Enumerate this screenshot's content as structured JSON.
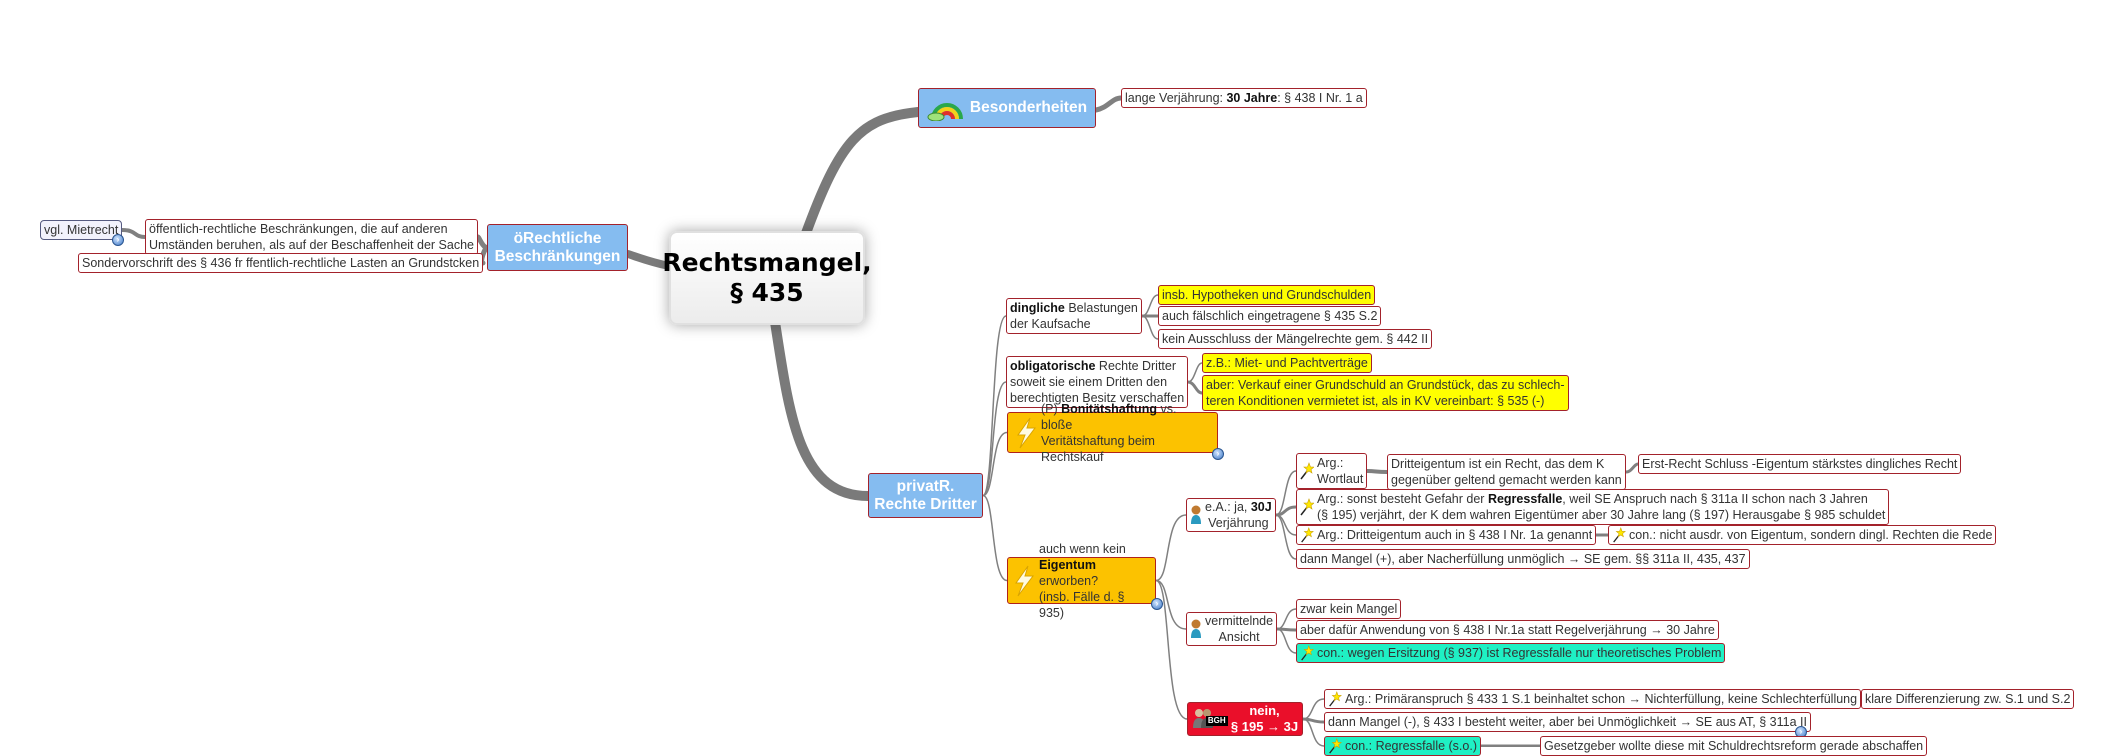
{
  "central": {
    "title": "Rechtsmangel,\n§ 435"
  },
  "besonderheiten": {
    "label": "Besonderheiten",
    "icon": "rainbow-icon",
    "children": [
      {
        "a": "lange Verjährung: ",
        "b": "30 Jahre",
        "c": ": § 438 I Nr. 1 a"
      }
    ]
  },
  "oerechtliche": {
    "label": "öRechtliche\nBeschränkungen",
    "children": [
      {
        "text": "öffentlich-rechtliche Beschränkungen, die auf anderen\nUmständen beruhen, als auf der Beschaffenheit der Sache",
        "children": [
          {
            "text": "vgl. Mietrecht"
          }
        ]
      },
      {
        "text": "Sondervorschrift des § 436 fr ffentlich-rechtliche Lasten an Grundstcken"
      }
    ]
  },
  "privatr": {
    "label": "privatR.\nRechte Dritter",
    "dinglich": {
      "b": "dingliche",
      "c": " Belastungen\nder Kaufsache",
      "children": [
        "insb. Hypotheken und Grundschulden",
        "auch fälschlich eingetragene § 435 S.2",
        "kein Ausschluss der Mängelrechte gem. § 442 II"
      ]
    },
    "obligatorisch": {
      "b": "obligatorische",
      "c": " Rechte Dritter\nsoweit sie einem Dritten den\nberechtigten Besitz verschaffen",
      "children": [
        "z.B.: Miet- und Pachtverträge",
        "aber: Verkauf einer Grundschuld an Grundstück, das zu schlech-\nteren Konditionen vermietet ist, als in KV vereinbart: § 535 (-)"
      ]
    },
    "bonitaet": {
      "a": "(P) ",
      "b": "Bonitätshaftung",
      "c": " vs. bloße\nVeritätshaftung beim Rechtskauf",
      "icon": "lightning-icon"
    },
    "eigentum": {
      "a": "auch wenn kein\n",
      "b": "Eigentum",
      "c": " erworben?\n(insb. Fälle d. § 935)",
      "icon": "lightning-icon",
      "ea": {
        "a": "e.A.: ja, ",
        "b": "30J",
        "c": "\nVerjährung",
        "icon": "person-icon",
        "wortlaut": {
          "text": "Arg.:\nWortlaut",
          "child": "Dritteigentum ist ein Recht, das dem K\ngegenüber geltend gemacht werden kann",
          "grandchild": "Erst-Recht Schluss -Eigentum stärkstes dingliches Recht"
        },
        "regress": {
          "a": "Arg.: sonst besteht Gefahr der ",
          "b": "Regressfalle",
          "c": ", weil SE Anspruch nach § 311a II schon nach 3 Jahren\n(§ 195) verjährt, der K dem wahren Eigentümer aber 30 Jahre lang (§ 197) Herausgabe § 985 schuldet"
        },
        "dritt": {
          "text": "Arg.: Dritteigentum auch in § 438 I Nr. 1a genannt",
          "child": "con.: nicht ausdr. von Eigentum, sondern dingl. Rechten die Rede"
        },
        "mangel": "dann Mangel (+), aber Nacherfüllung unmöglich → SE gem. §§ 311a II, 435, 437"
      },
      "vermittelnd": {
        "text": "vermittelnde\nAnsicht",
        "icon": "person-icon",
        "children": [
          "zwar kein Mangel",
          "aber dafür Anwendung von § 438 I Nr.1a statt Regelverjährung → 30 Jahre",
          "con.: wegen Ersitzung (§ 937) ist Regressfalle nur theoretisches Problem"
        ]
      },
      "bgh": {
        "badge": "BGH",
        "text": "nein,\n§ 195 → 3J",
        "icon": "court-people-icon",
        "primaer": {
          "text": "Arg.: Primäranspruch § 433 1 S.1 beinhaltet schon → Nichterfüllung, keine Schlechterfüllung",
          "child": "klare Differenzierung zw. S.1 und S.2"
        },
        "mangel": "dann Mangel (-), § 433 I besteht weiter, aber bei Unmöglichkeit → SE aus AT, § 311a II",
        "regress": {
          "text": "con.: Regressfalle (s.o.)",
          "child": "Gesetzgeber wollte diese mit Schuldrechtsreform gerade abschaffen"
        }
      }
    }
  },
  "colors": {
    "border": "#a3222b",
    "main_topic": "#85bcf0",
    "highlight_yellow": "#ffff00",
    "problem_orange": "#fcc200",
    "con_cyan": "#1ff0c4",
    "bgh_red": "#ea0f2a",
    "connector": "#808080"
  }
}
